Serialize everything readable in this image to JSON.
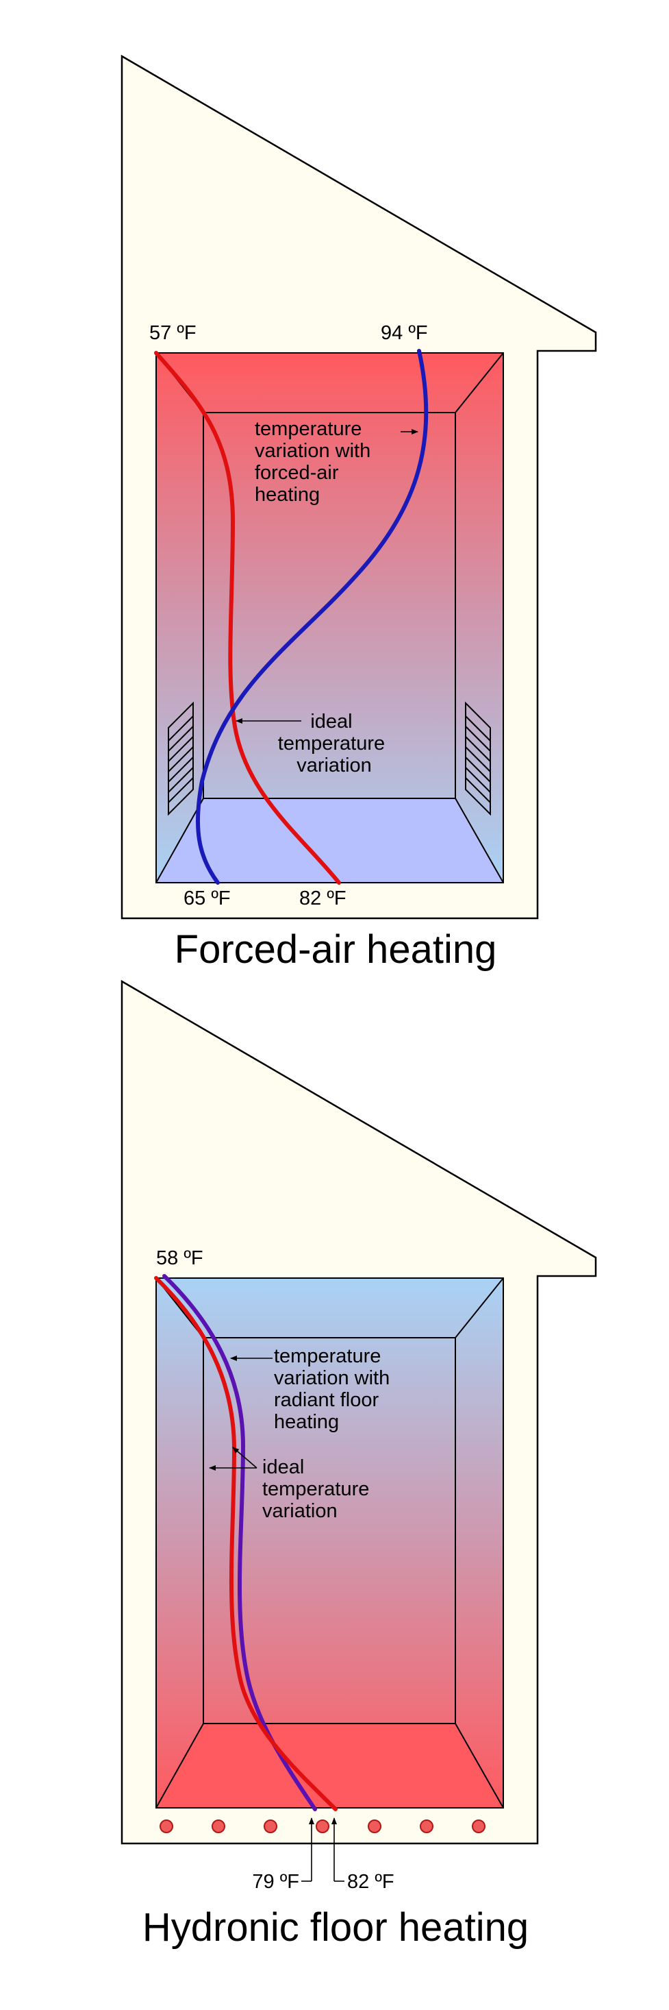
{
  "diagrams": [
    {
      "caption": "Forced-air heating",
      "labels": {
        "top_left_temp": "57 ºF",
        "top_right_temp": "94 ºF",
        "bottom_left_temp": "65 ºF",
        "bottom_right_temp": "82 ºF"
      },
      "annotations": [
        {
          "lines": [
            "temperature",
            "variation with",
            "forced-air",
            "heating"
          ]
        },
        {
          "lines": [
            "ideal",
            "temperature",
            "variation"
          ]
        }
      ],
      "colors": {
        "ideal_curve": "#e01010",
        "actual_curve": "#1a1ab8",
        "hot": "#ff5a5f",
        "cool": "#a9d2f5"
      }
    },
    {
      "caption": "Hydronic floor heating",
      "labels": {
        "top_left_temp": "58 ºF",
        "bottom_left_temp": "79 ºF",
        "bottom_right_temp": "82 ºF"
      },
      "annotations": [
        {
          "lines": [
            "temperature",
            "variation with",
            "radiant floor",
            "heating"
          ]
        },
        {
          "lines": [
            "ideal",
            "temperature",
            "variation"
          ]
        }
      ],
      "colors": {
        "ideal_curve": "#e01010",
        "actual_curve": "#5a12b0",
        "hot": "#ff5a5f",
        "cool": "#a9d2f5"
      }
    }
  ]
}
